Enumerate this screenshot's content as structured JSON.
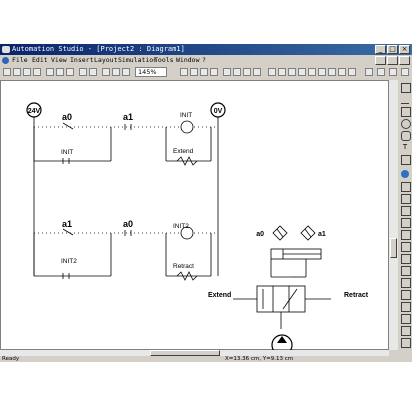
{
  "window": {
    "title": "Automation Studio - [Project2 : Diagram1]",
    "controls": {
      "minimize": "_",
      "maximize": "□",
      "close": "×"
    }
  },
  "menu": [
    "File",
    "Edit",
    "View",
    "Insert",
    "Layout",
    "Simulation",
    "Tools",
    "Window",
    "?"
  ],
  "toolbar": {
    "zoom_value": "145%"
  },
  "diagram": {
    "supply_positive": "24V",
    "supply_negative": "0V",
    "rung1": {
      "contact1": "a0",
      "contact2": "a1",
      "relay": "INIT",
      "solenoid": "Extend",
      "branch_contact": "INIT"
    },
    "rung2": {
      "contact1": "a1",
      "contact2": "a0",
      "relay": "INIT2",
      "solenoid": "Retract",
      "branch_contact": "INIT2"
    },
    "sensors": [
      "a0",
      "a1"
    ],
    "valve_left": "Extend",
    "valve_right": "Retract"
  },
  "status": {
    "left": "Ready",
    "coords": "X=13.36 cm, Y=9.13 cm"
  }
}
